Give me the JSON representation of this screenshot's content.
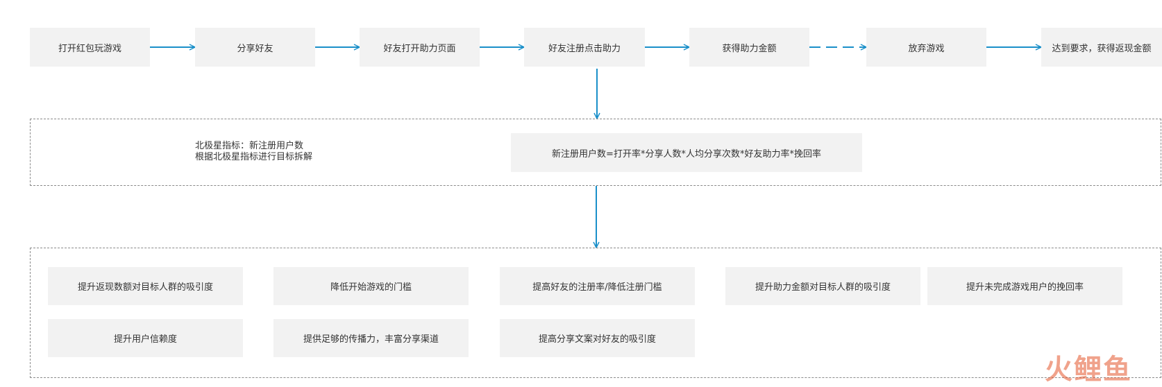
{
  "flow": {
    "steps": [
      "打开红包玩游戏",
      "分享好友",
      "好友打开助力页面",
      "好友注册点击助力",
      "获得助力金额",
      "放弃游戏",
      "达到要求，获得返现金额"
    ]
  },
  "metric": {
    "north_star_line1": "北极星指标：新注册用户数",
    "north_star_line2": "根据北极星指标进行目标拆解",
    "formula": "新注册用户数=打开率*分享人数*人均分享次数*好友助力率*挽回率"
  },
  "actions": {
    "row1": [
      "提升返现数额对目标人群的吸引度",
      "降低开始游戏的门槛",
      "提高好友的注册率/降低注册门槛",
      "提升助力金额对目标人群的吸引度",
      "提升未完成游戏用户的挽回率"
    ],
    "row2": [
      "提升用户信赖度",
      "提供足够的传播力，丰富分享渠道",
      "提高分享文案对好友的吸引度"
    ]
  },
  "watermark": {
    "text": "火鲤鱼",
    "color_primary": "#e4572e",
    "color_secondary": "#4a6fa5"
  },
  "colors": {
    "arrow": "#1a8fc9",
    "box_fill": "#f2f2f2",
    "frame": "#8a8a8a"
  }
}
